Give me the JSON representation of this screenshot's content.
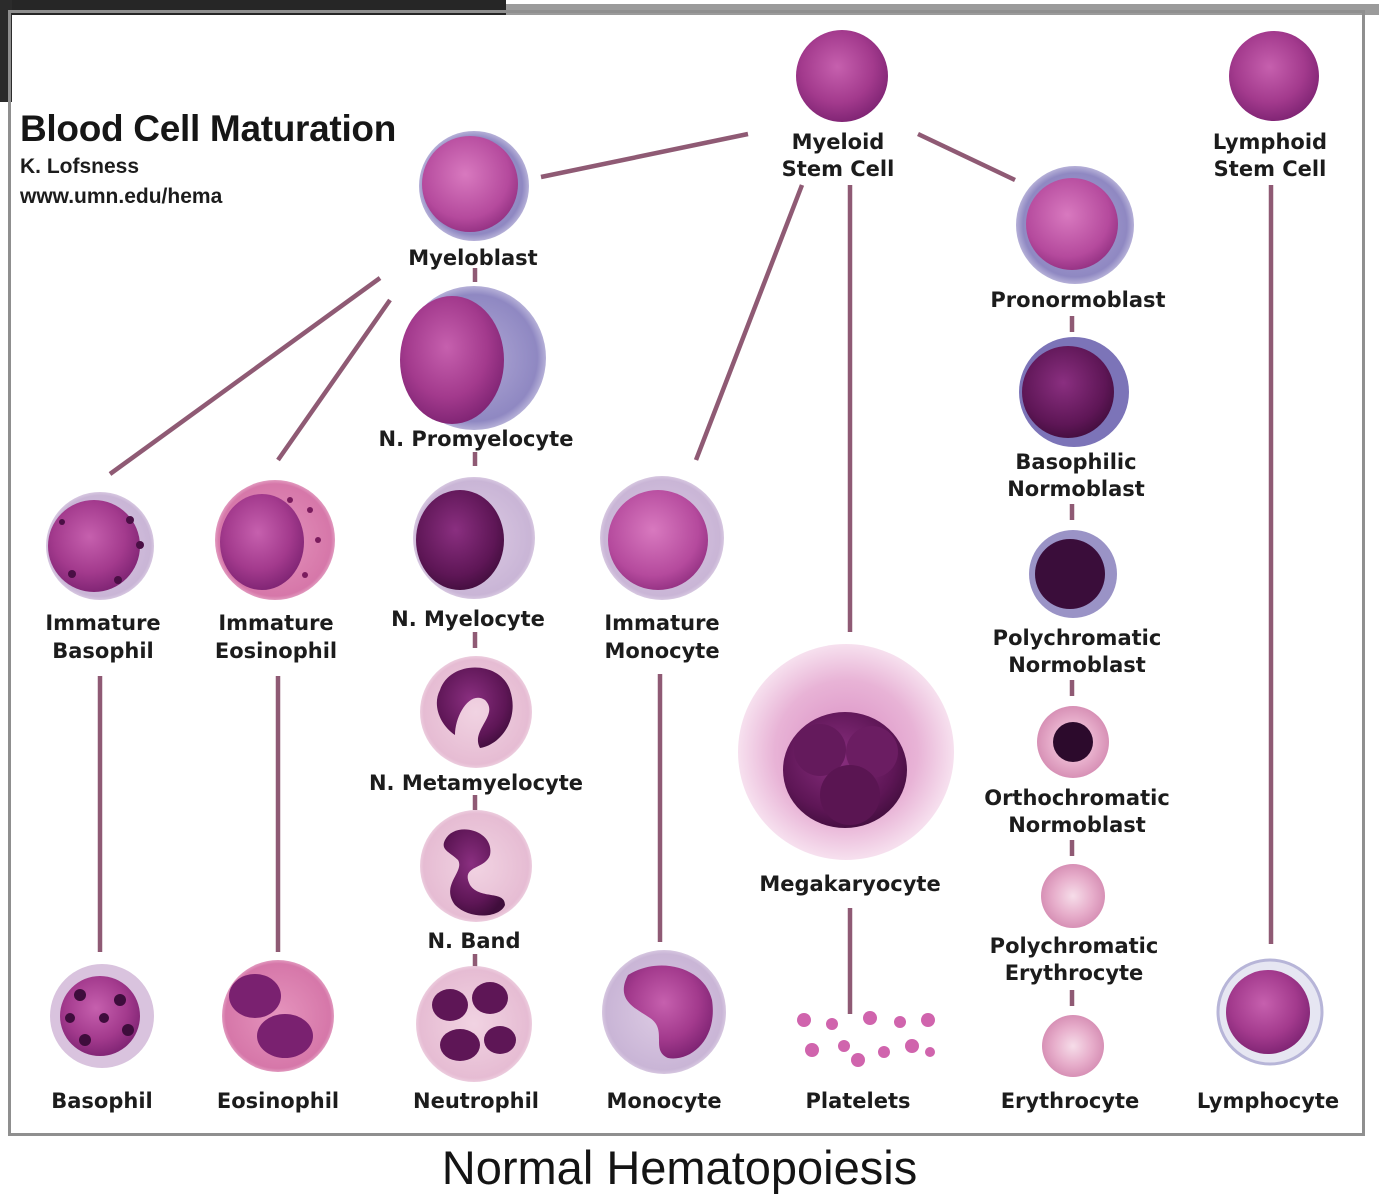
{
  "header": {
    "title": "Blood Cell Maturation",
    "author": "K. Lofsness",
    "url": "www.umn.edu/hema"
  },
  "caption": "Normal Hematopoiesis",
  "labels": {
    "myeloid_stem_cell": [
      "Myeloid",
      "Stem Cell"
    ],
    "lymphoid_stem_cell": [
      "Lymphoid",
      "Stem Cell"
    ],
    "myeloblast": [
      "Myeloblast"
    ],
    "pronormoblast": [
      "Pronormoblast"
    ],
    "n_promyelocyte": [
      "N. Promyelocyte"
    ],
    "basophilic_normoblast": [
      "Basophilic",
      "Normoblast"
    ],
    "immature_basophil": [
      "Immature",
      "Basophil"
    ],
    "immature_eosinophil": [
      "Immature",
      "Eosinophil"
    ],
    "n_myelocyte": [
      "N. Myelocyte"
    ],
    "immature_monocyte": [
      "Immature",
      "Monocyte"
    ],
    "polychromatic_normoblast": [
      "Polychromatic",
      "Normoblast"
    ],
    "n_metamyelocyte": [
      "N. Metamyelocyte"
    ],
    "orthochromatic_normoblast": [
      "Orthochromatic",
      "Normoblast"
    ],
    "megakaryocyte": [
      "Megakaryocyte"
    ],
    "n_band": [
      "N. Band"
    ],
    "polychromatic_erythrocyte": [
      "Polychromatic",
      "Erythrocyte"
    ],
    "basophil": [
      "Basophil"
    ],
    "eosinophil": [
      "Eosinophil"
    ],
    "neutrophil": [
      "Neutrophil"
    ],
    "monocyte": [
      "Monocyte"
    ],
    "platelets": [
      "Platelets"
    ],
    "erythrocyte": [
      "Erythrocyte"
    ],
    "lymphocyte": [
      "Lymphocyte"
    ]
  },
  "colors": {
    "connector": "#8f5a74",
    "nucleus_dark": "#5e1656",
    "nucleus_mid": "#9a2f86",
    "cytoplasm_blue": "#8f8ec4",
    "cytoplasm_pink": "#ecc6d8",
    "rbc": "#e3a6c3"
  }
}
